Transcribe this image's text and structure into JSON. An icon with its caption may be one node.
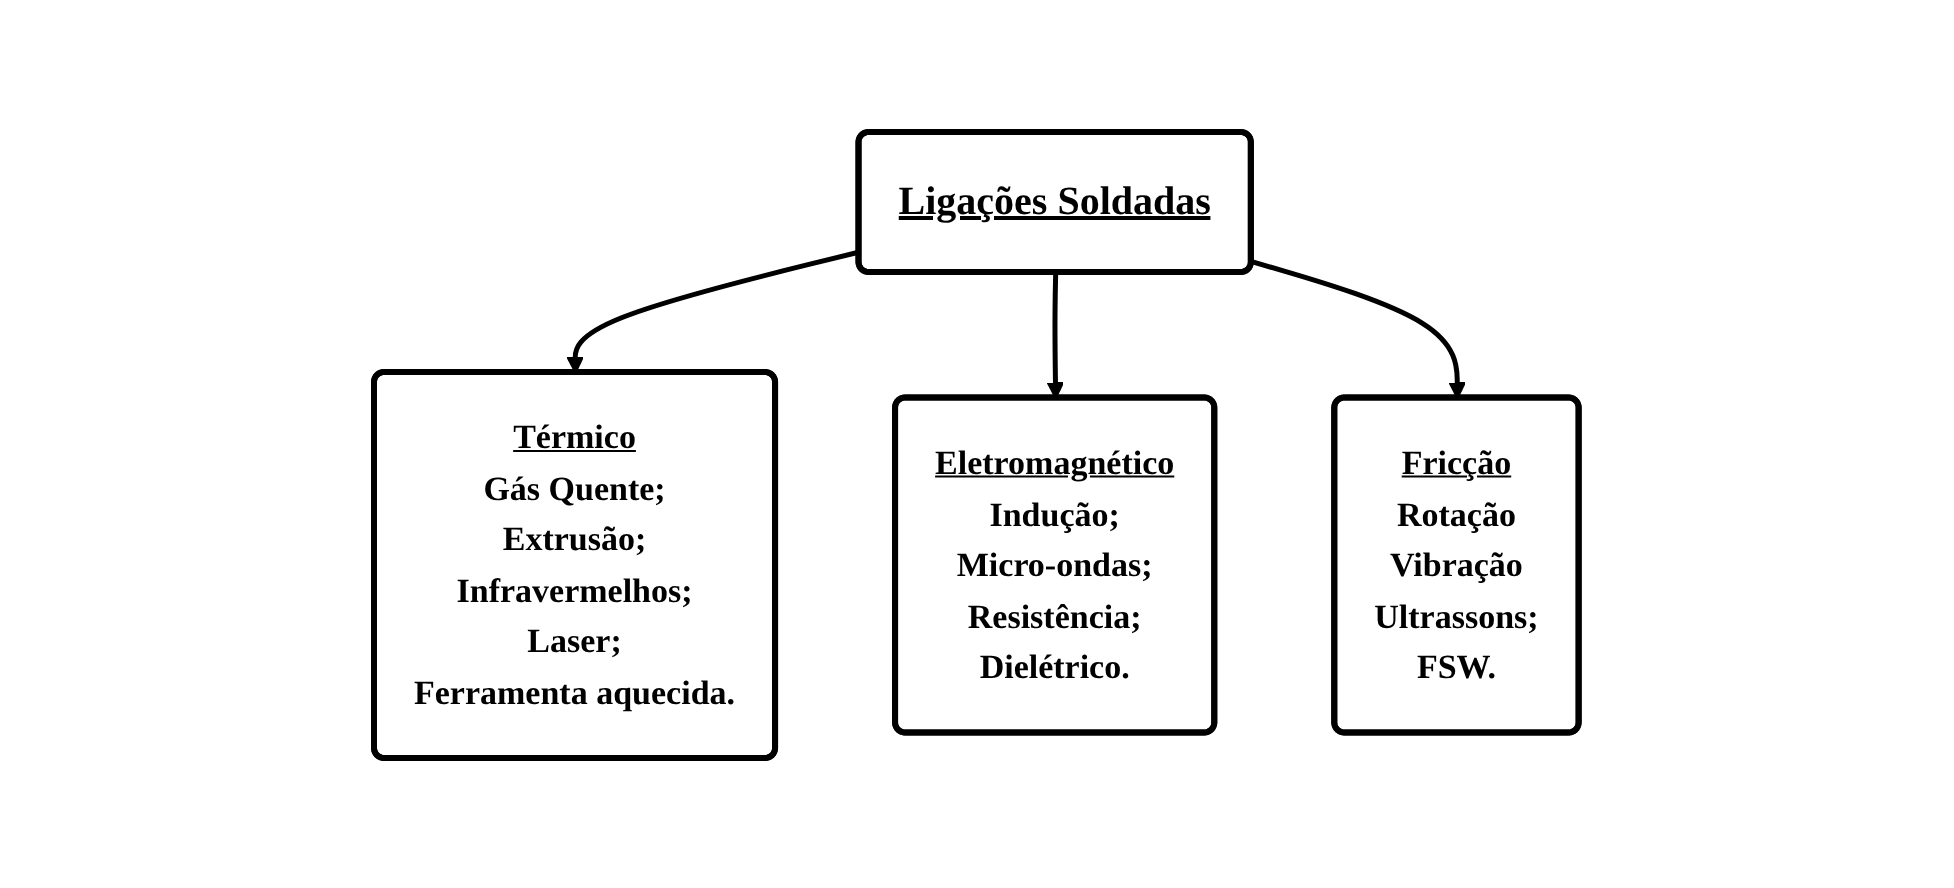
{
  "diagram": {
    "nodes": [
      {
        "text": [
          "Ligações Soldadas"
        ]
      },
      {
        "text": [
          "Térmico",
          "Gás Quente;",
          "Extrusão;",
          "Infravermelhos;",
          "Laser;",
          "Ferramenta aquecida."
        ]
      },
      {
        "text": [
          "Eletromagnético",
          "Indução;",
          "Micro-ondas;",
          "Resistência;",
          "Dielétrico."
        ]
      },
      {
        "text": [
          "Fricção",
          "Rotação",
          "Vibração",
          "Ultrassons;",
          "FSW."
        ]
      }
    ],
    "edges": [
      {
        "from": 0,
        "to": 1,
        "arrow": "to"
      },
      {
        "from": 0,
        "to": 2,
        "arrow": "to"
      },
      {
        "from": 0,
        "to": 3,
        "arrow": "to"
      }
    ]
  }
}
